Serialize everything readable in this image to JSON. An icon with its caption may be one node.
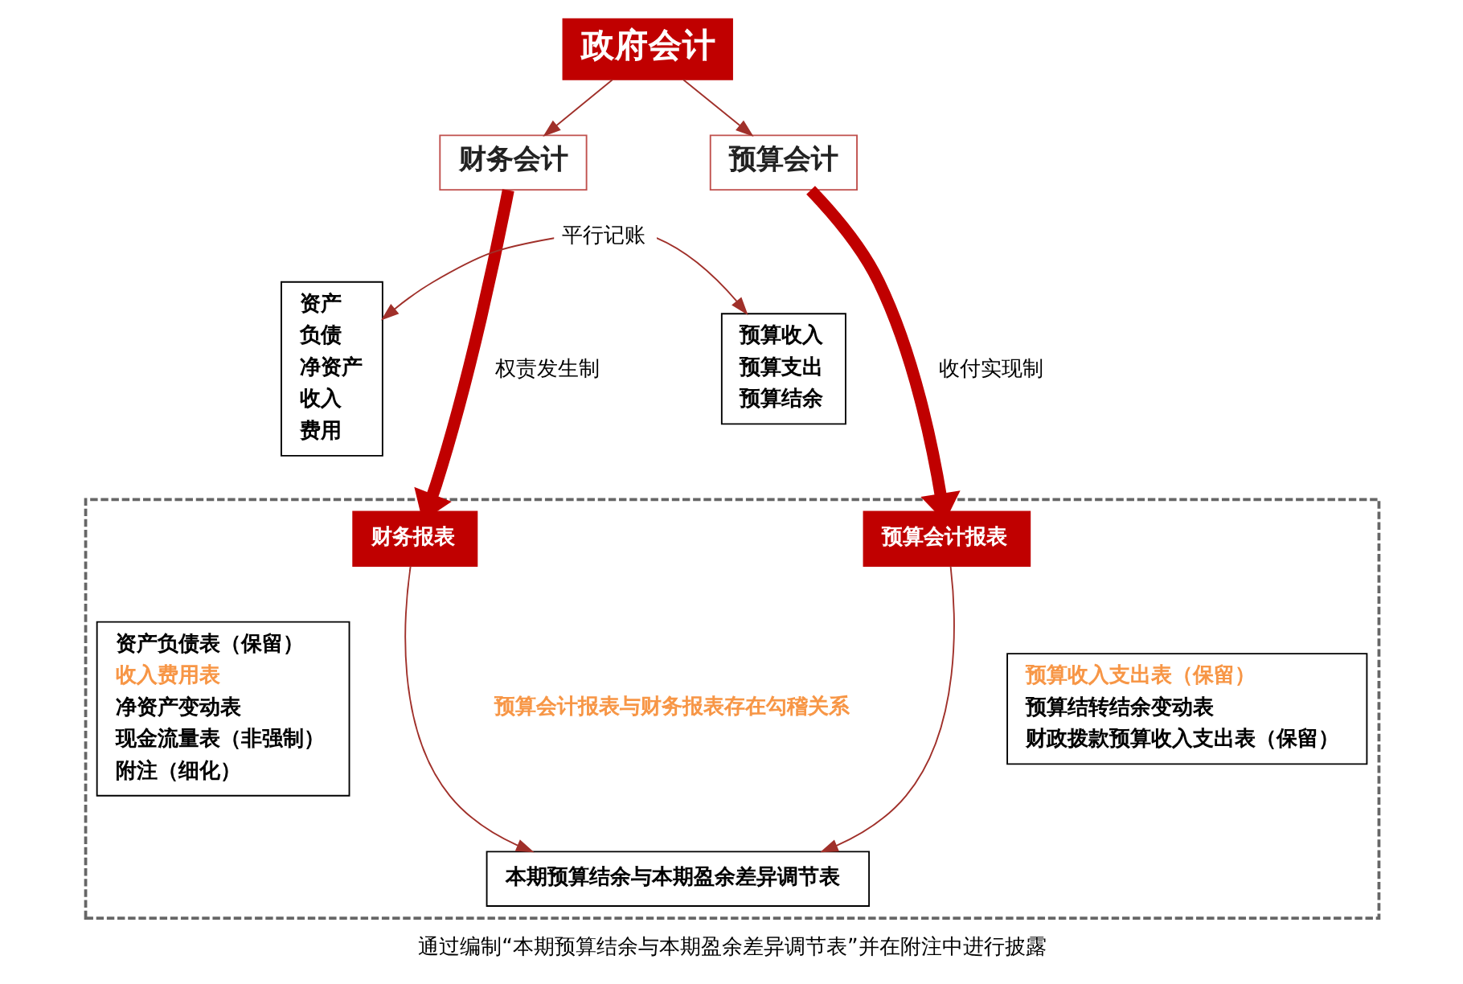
{
  "diagram": {
    "caption": "通过编制“本期预算结余与本期盈余差异调节表”并在附注中进行披露",
    "nodes": [
      {
        "text": [
          "政府会计"
        ]
      },
      {
        "text": [
          "财务会计"
        ]
      },
      {
        "text": [
          "预算会计"
        ]
      },
      {
        "text": [
          "资产",
          "负债",
          "净资产",
          "收入",
          "费用"
        ]
      },
      {
        "text": [
          "预算收入",
          "预算支出",
          "预算结余"
        ]
      },
      {
        "text": [],
        "shape": "box"
      },
      {
        "text": [
          "财务报表"
        ],
        "in": 5
      },
      {
        "text": [
          "资产负债表（保留）",
          "收入费用表",
          "净资产变动表",
          "现金流量表（非强制）",
          "附注（细化）"
        ],
        "in": 5
      },
      {
        "text": [
          "预算会计报表"
        ],
        "in": 5
      },
      {
        "text": [
          "预算收入支出表（保留）",
          "预算结转结余变动表",
          "财政拨款预算收入支出表（保留）"
        ],
        "in": 5
      },
      {
        "text": [
          "本期预算结余与本期盈余差异调节表"
        ],
        "in": 5
      }
    ],
    "edges": [
      {
        "from": 0,
        "to": 1,
        "arrow": "to"
      },
      {
        "from": 0,
        "to": 2,
        "arrow": "to"
      },
      {
        "from": 3,
        "to": 4,
        "arrow": "both",
        "label": "平行记账"
      },
      {
        "from": 1,
        "to": 6,
        "arrow": "to",
        "label": "权责发生制",
        "style": "thick",
        "color": "#c00000"
      },
      {
        "from": 2,
        "to": 8,
        "arrow": "to",
        "label": "收付实现制",
        "style": "thick",
        "color": "#c00000"
      },
      {
        "from": 6,
        "to": 10,
        "arrow": "to"
      },
      {
        "from": 8,
        "to": 10,
        "arrow": "to"
      }
    ],
    "labels": [
      "预算会计报表与财务报表存在勾稽关系"
    ]
  }
}
